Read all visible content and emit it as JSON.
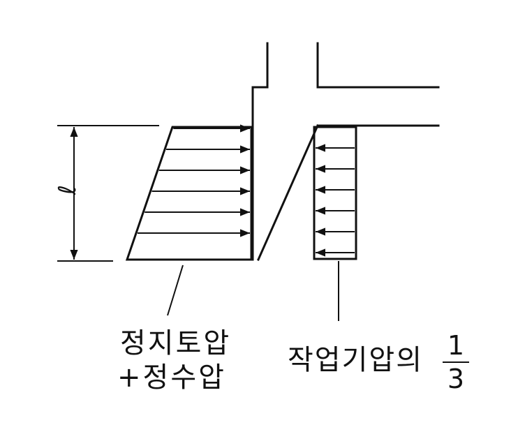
{
  "dimension_label": "ℓ",
  "left_caption": {
    "line1": "정지토압",
    "line2": "+정수압"
  },
  "right_caption": {
    "text": "작업기압의",
    "fraction_numerator": "1",
    "fraction_denominator": "3"
  },
  "left_pressure_arrow_count": 6,
  "right_pressure_arrow_count": 6
}
